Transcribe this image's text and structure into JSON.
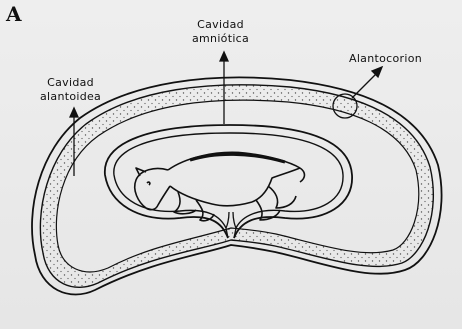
{
  "panel_letter": "A",
  "labels": {
    "amniotic_line1": "Cavidad",
    "amniotic_line2": "amniótica",
    "allantoic_line1": "Cavidad",
    "allantoic_line2": "alantoidea",
    "allantochorion": "Alantocorion"
  },
  "colors": {
    "ink": "#111111",
    "paper": "#ececec"
  }
}
